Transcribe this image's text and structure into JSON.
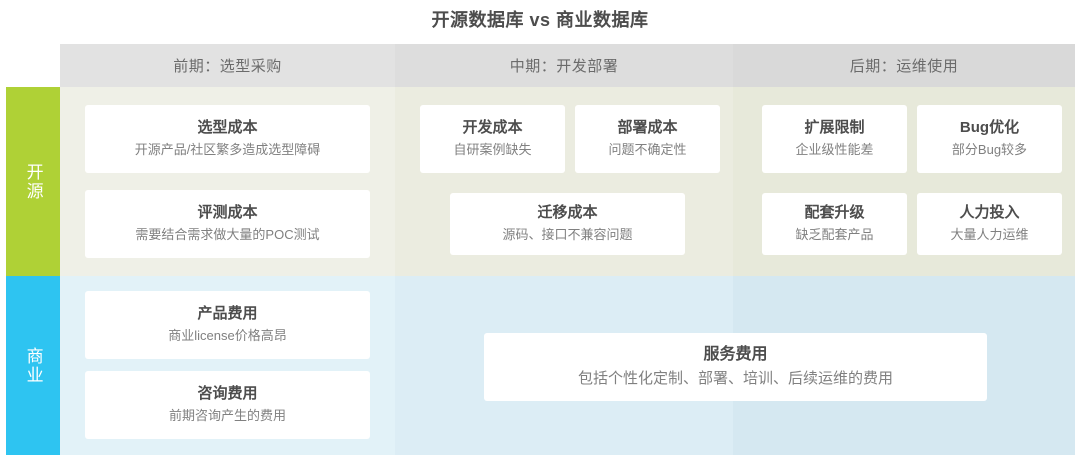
{
  "title": "开源数据库 vs 商业数据库",
  "colors": {
    "open_source_bar": "#afd136",
    "commercial_bar": "#2ec4f1",
    "header_band": "#e0e0e0",
    "open_row_bg": "#eff0e7",
    "commercial_row_bg": "#e2f2f8",
    "card_bg": "#ffffff",
    "title_text": "#4d4d4d",
    "desc_text": "#808080"
  },
  "phases": [
    {
      "label": "前期：选型采购"
    },
    {
      "label": "中期：开发部署"
    },
    {
      "label": "后期：运维使用"
    }
  ],
  "categories": [
    {
      "label": "开源"
    },
    {
      "label": "商业"
    }
  ],
  "open_source": {
    "phase1": [
      {
        "title": "选型成本",
        "desc": "开源产品/社区繁多造成选型障碍"
      },
      {
        "title": "评测成本",
        "desc": "需要结合需求做大量的POC测试"
      }
    ],
    "phase2": [
      {
        "title": "开发成本",
        "desc": "自研案例缺失"
      },
      {
        "title": "部署成本",
        "desc": "问题不确定性"
      },
      {
        "title": "迁移成本",
        "desc": "源码、接口不兼容问题"
      }
    ],
    "phase3": [
      {
        "title": "扩展限制",
        "desc": "企业级性能差"
      },
      {
        "title": "Bug优化",
        "desc": "部分Bug较多"
      },
      {
        "title": "配套升级",
        "desc": "缺乏配套产品"
      },
      {
        "title": "人力投入",
        "desc": "大量人力运维"
      }
    ]
  },
  "commercial": {
    "phase1": [
      {
        "title": "产品费用",
        "desc": "商业license价格高昂"
      },
      {
        "title": "咨询费用",
        "desc": "前期咨询产生的费用"
      }
    ],
    "phase_span": [
      {
        "title": "服务费用",
        "desc": "包括个性化定制、部署、培训、后续运维的费用"
      }
    ]
  }
}
